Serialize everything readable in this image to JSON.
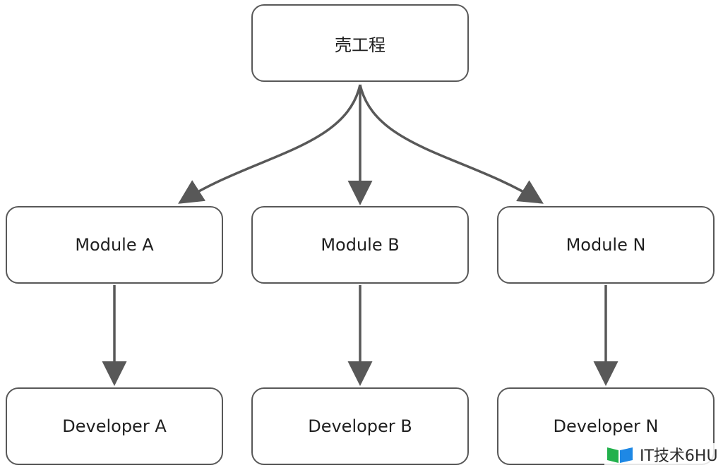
{
  "diagram": {
    "nodes": {
      "root": "壳工程",
      "module_a": "Module A",
      "module_b": "Module B",
      "module_n": "Module N",
      "developer_a": "Developer A",
      "developer_b": "Developer B",
      "developer_n": "Developer N"
    },
    "edges": [
      {
        "from": "root",
        "to": "module_a"
      },
      {
        "from": "root",
        "to": "module_b"
      },
      {
        "from": "root",
        "to": "module_n"
      },
      {
        "from": "module_a",
        "to": "developer_a"
      },
      {
        "from": "module_b",
        "to": "developer_b"
      },
      {
        "from": "module_n",
        "to": "developer_n"
      }
    ]
  },
  "watermark": {
    "text": "IT技术6HU"
  },
  "colors": {
    "stroke": "#585858",
    "logo_green": "#22b14c",
    "logo_blue": "#1e88e5"
  }
}
